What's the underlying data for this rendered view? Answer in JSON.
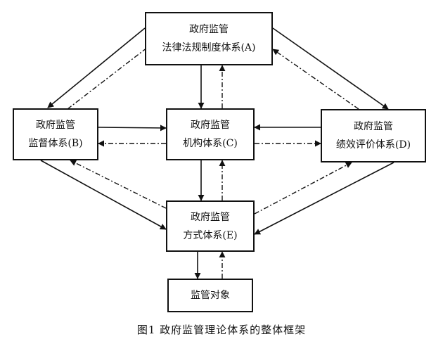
{
  "diagram": {
    "boxes": {
      "a": {
        "line1": "政府监管",
        "line2": "法律法规制度体系(A)"
      },
      "b": {
        "line1": "政府监管",
        "line2": "监督体系(B)"
      },
      "c": {
        "line1": "政府监管",
        "line2": "机构体系(C)"
      },
      "d": {
        "line1": "政府监管",
        "line2": "绩效评价体系(D)"
      },
      "e": {
        "line1": "政府监管",
        "line2": "方式体系(E)"
      },
      "target": {
        "label": "监管对象"
      }
    },
    "caption": "图1  政府监管理论体系的整体框架"
  }
}
